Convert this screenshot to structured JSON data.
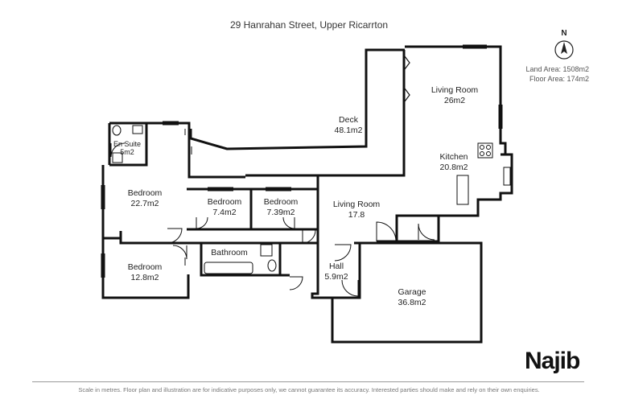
{
  "header": {
    "address": "29 Hanrahan Street, Upper Ricarrton"
  },
  "compass": {
    "label": "N"
  },
  "areas": {
    "land": "Land Area: 1508m2",
    "floor": "Floor Area: 174m2"
  },
  "rooms": {
    "en_suite": {
      "name": "En Suite",
      "area": "5m2"
    },
    "bedroom_master": {
      "name": "Bedroom",
      "area": "22.7m2"
    },
    "deck": {
      "name": "Deck",
      "area": "48.1m2"
    },
    "living_room_main": {
      "name": "Living Room",
      "area": "26m2"
    },
    "kitchen": {
      "name": "Kitchen",
      "area": "20.8m2"
    },
    "bedroom_2": {
      "name": "Bedroom",
      "area": "7.4m2"
    },
    "bedroom_3": {
      "name": "Bedroom",
      "area": "7.39m2"
    },
    "living_room_2": {
      "name": "Living Room",
      "area": "17.8"
    },
    "bathroom": {
      "name": "Bathroom"
    },
    "bedroom_4": {
      "name": "Bedroom",
      "area": "12.8m2"
    },
    "hall": {
      "name": "Hall",
      "area": "5.9m2"
    },
    "garage": {
      "name": "Garage",
      "area": "36.8m2"
    }
  },
  "brand": {
    "name": "Najib"
  },
  "footer": {
    "disclaimer": "Scale in metres. Floor plan and illustration are for indicative purposes only, we cannot guarantee its accuracy. Interested parties should make and rely on their own enquiries."
  }
}
